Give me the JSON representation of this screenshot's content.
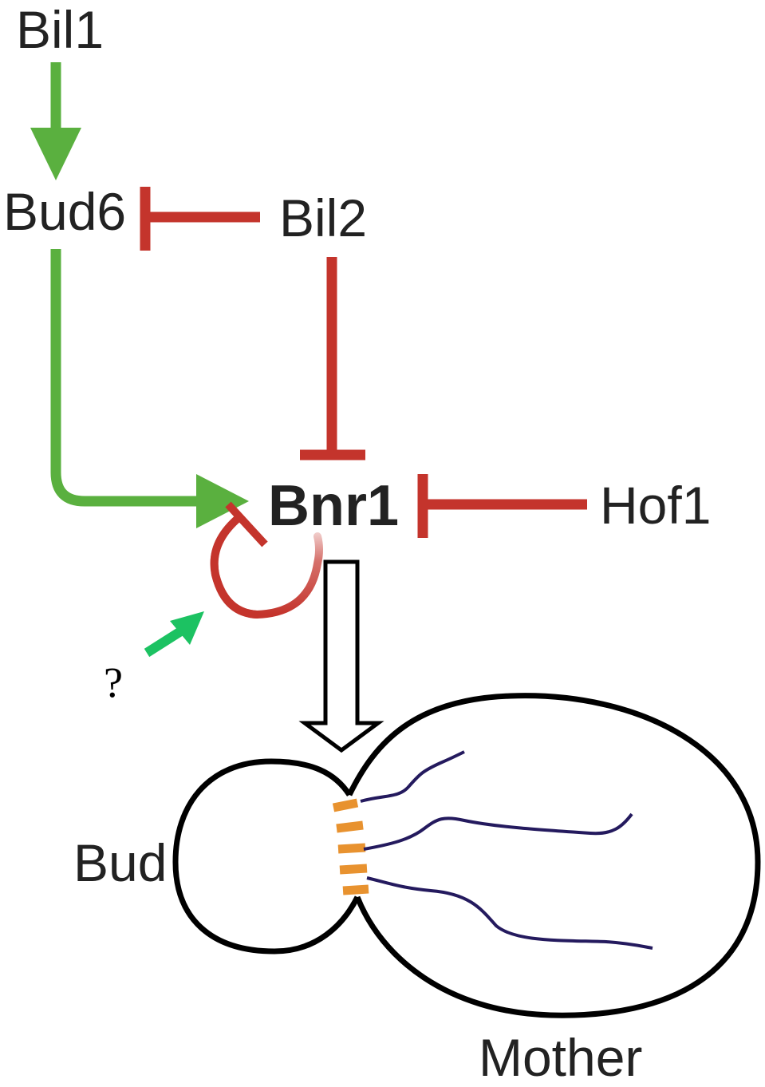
{
  "nodes": {
    "bil1": "Bil1",
    "bud6": "Bud6",
    "bil2": "Bil2",
    "bnr1": "Bnr1",
    "hof1": "Hof1",
    "unknown": "?"
  },
  "cell": {
    "bud": "Bud",
    "mother": "Mother"
  },
  "colors": {
    "activation": "#5ab03f",
    "inhibition": "#c4342c",
    "unknown_activation": "#1cc262",
    "cell_outline": "#000000",
    "septin_ring": "#e8922f",
    "actin_cable": "#241a5e"
  }
}
